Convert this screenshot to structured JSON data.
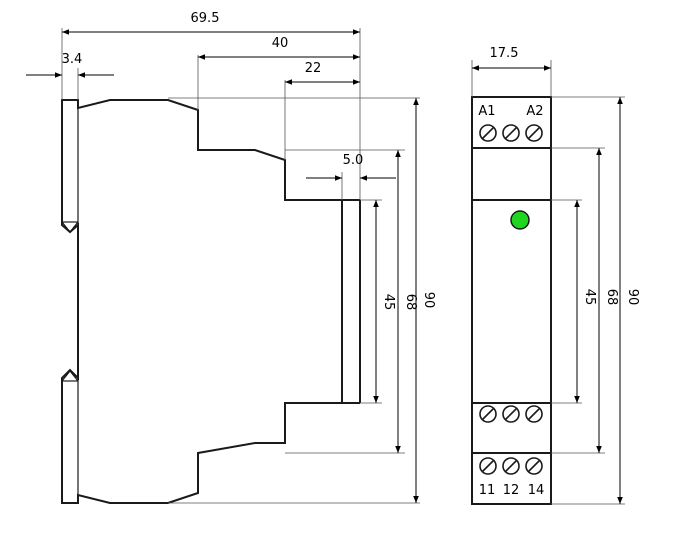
{
  "side_view": {
    "dims": {
      "total_depth": "69.5",
      "front_depth": "40",
      "inner_depth": "22",
      "rail_gap": "3.4",
      "front_step": "5.0",
      "height_front": "45",
      "height_mid": "68",
      "height_total": "90"
    }
  },
  "front_view": {
    "dims": {
      "width": "17.5",
      "height_front": "45",
      "height_mid": "68",
      "height_total": "90"
    },
    "terminals": {
      "top_left": "A1",
      "top_right": "A2",
      "bottom": [
        "11",
        "12",
        "14"
      ]
    },
    "led_color": "#1fd61f"
  }
}
